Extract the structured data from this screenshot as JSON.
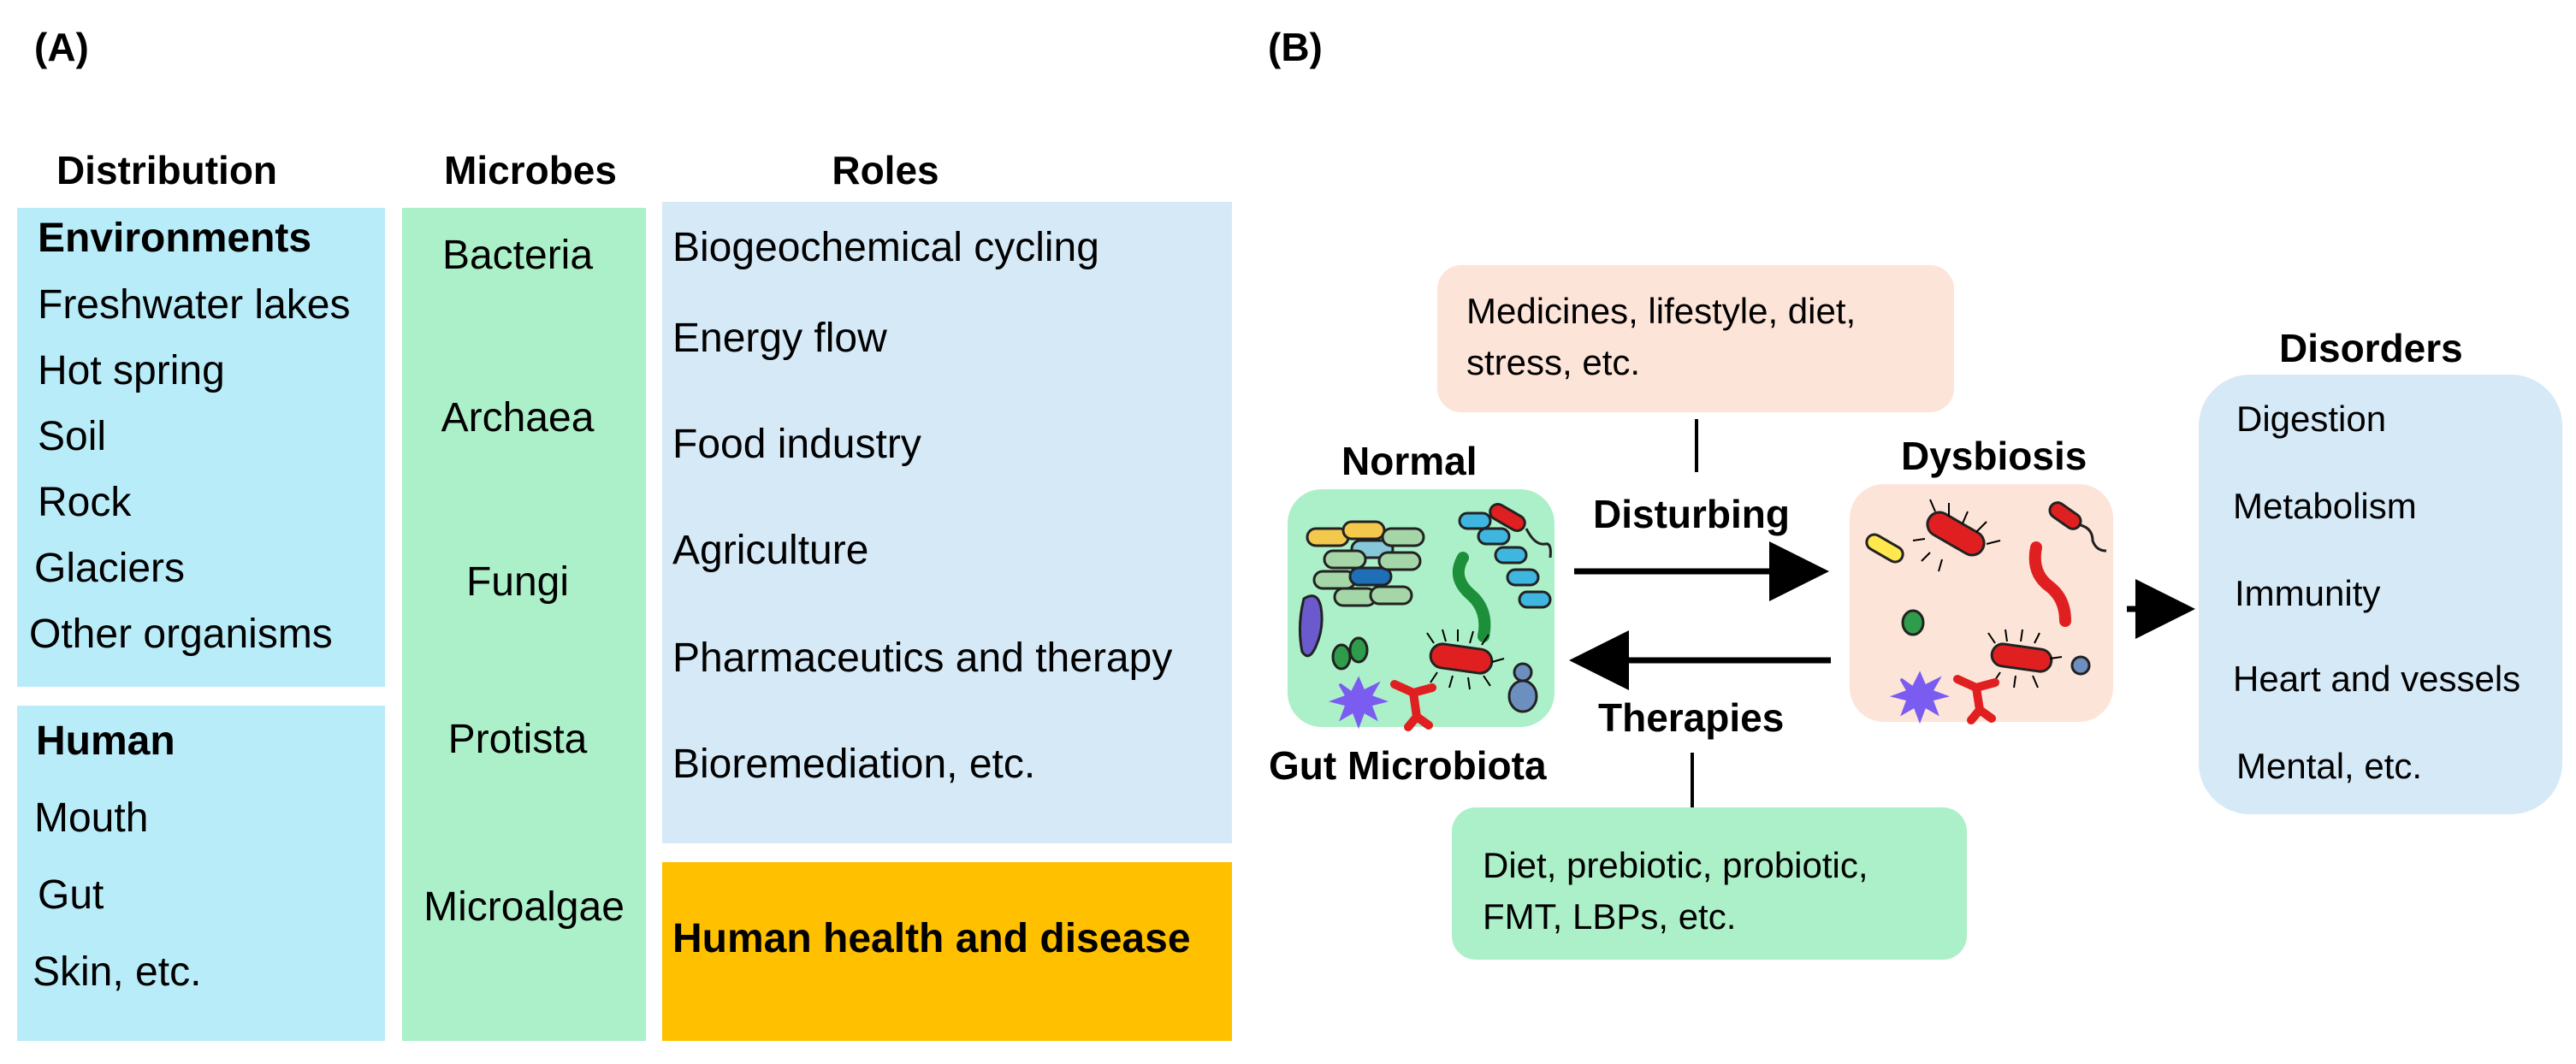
{
  "panel_a": {
    "label": "(A)",
    "headers": {
      "distribution": "Distribution",
      "microbes": "Microbes",
      "roles": "Roles"
    },
    "environments": {
      "title": "Environments",
      "items": [
        "Freshwater lakes",
        "Hot spring",
        "Soil",
        "Rock",
        "Glaciers",
        "Other organisms"
      ]
    },
    "human": {
      "title": "Human",
      "items": [
        "Mouth",
        "Gut",
        "Skin, etc."
      ]
    },
    "microbes": [
      "Bacteria",
      "Archaea",
      "Fungi",
      "Protista",
      "Microalgae"
    ],
    "roles": [
      "Biogeochemical cycling",
      "Energy flow",
      "Food industry",
      "Agriculture",
      "Pharmaceutics and therapy",
      "Bioremediation, etc."
    ],
    "highlight_role": "Human health and disease"
  },
  "panel_b": {
    "label": "(B)",
    "disturb_factors": {
      "line1": "Medicines, lifestyle, diet,",
      "line2": "stress, etc."
    },
    "therapy_factors": {
      "line1": "Diet, prebiotic, probiotic,",
      "line2": "FMT, LBPs, etc."
    },
    "normal_label": "Normal",
    "gut_label": "Gut Microbiota",
    "dysbiosis_label": "Dysbiosis",
    "disturbing_label": "Disturbing",
    "therapies_label": "Therapies",
    "disorders": {
      "title": "Disorders",
      "items": [
        "Digestion",
        "Metabolism",
        "Immunity",
        "Heart and vessels",
        "Mental, etc."
      ]
    }
  },
  "colors": {
    "cyan_box": "#b9ecf9",
    "green_box": "#acf0c9",
    "light_blue_box": "#d5e9f7",
    "amber_box": "#ffc000",
    "peach_box": "#fde4d8"
  }
}
